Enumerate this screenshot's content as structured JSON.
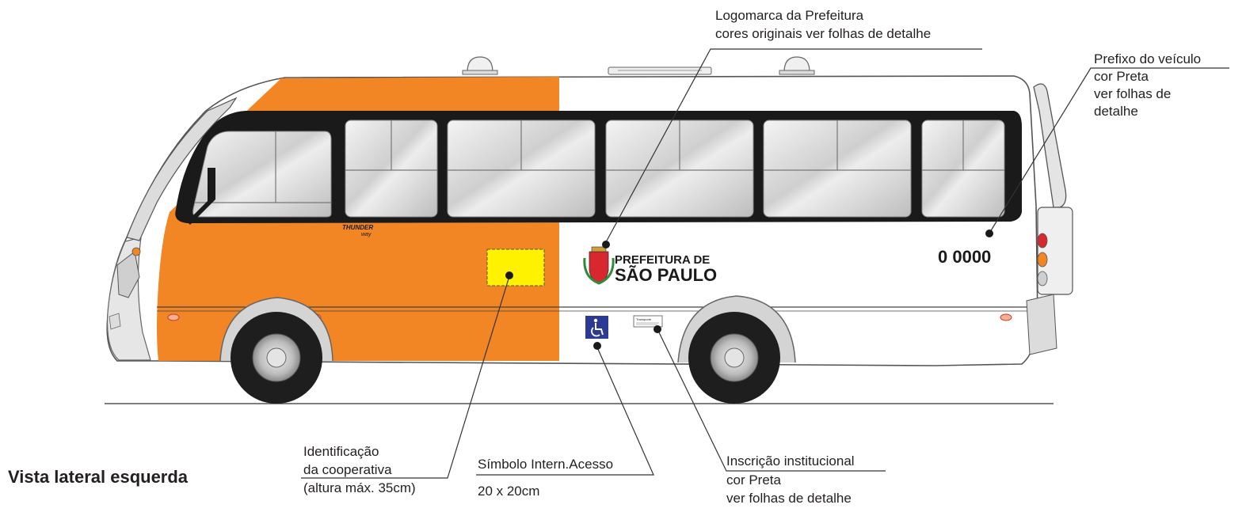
{
  "view_title": "Vista lateral esquerda",
  "bus": {
    "prefix_number": "0 0000",
    "logo_line1": "PREFEITURA DE",
    "logo_line2": "SÃO PAULO",
    "brand_badge_line1": "THUNDER",
    "brand_badge_line2": "way",
    "inscription_small_text": "Transporte",
    "colors": {
      "orange": "#f28524",
      "body_white": "#ffffff",
      "window_frame": "#1a1a1a",
      "cooperative_box": "#fff200",
      "accessibility_blue": "#2b3a95",
      "logo_red": "#d7282f"
    }
  },
  "callouts": {
    "logo": {
      "line1": "Logomarca da Prefeitura",
      "line2": "cores originais ver folhas de detalhe"
    },
    "prefix": {
      "line1": "Prefixo do veículo",
      "line2": "cor Preta",
      "line3": "ver folhas de",
      "line4": "detalhe"
    },
    "cooperative": {
      "line1": "Identificação",
      "line2": "da cooperativa",
      "line3": "(altura máx. 35cm)"
    },
    "access_symbol": {
      "line1": "Símbolo Intern.Acesso",
      "line2": "20 x 20cm"
    },
    "inscription": {
      "line1": "Inscrição institucional",
      "line2": "cor Preta",
      "line3": "ver folhas de detalhe"
    }
  }
}
